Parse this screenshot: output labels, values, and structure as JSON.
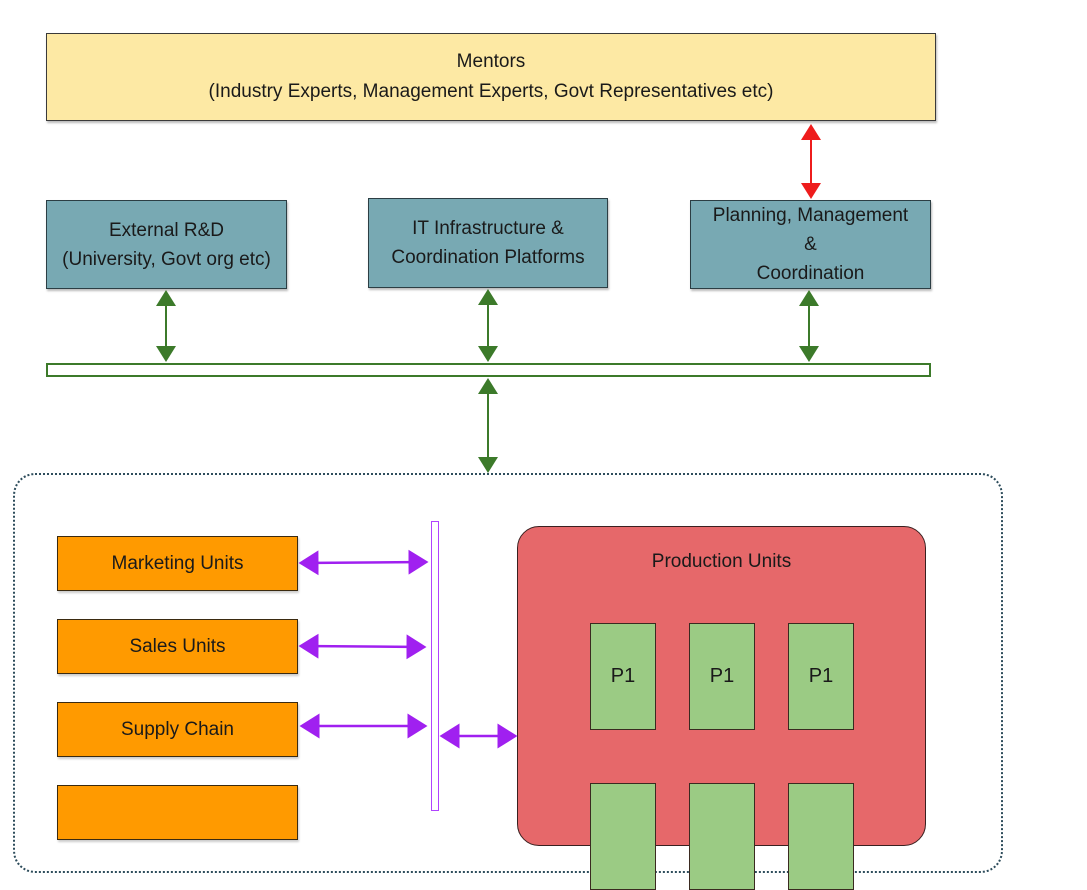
{
  "mentors": {
    "title": "Mentors",
    "subtitle": "(Industry Experts, Management Experts, Govt Representatives etc)"
  },
  "support_nodes": [
    {
      "line1": "External R&D",
      "line2": "(University, Govt org etc)"
    },
    {
      "line1": "IT Infrastructure &",
      "line2": "Coordination Platforms"
    },
    {
      "line1": "Planning, Management",
      "line2": "&",
      "line3": "Coordination"
    }
  ],
  "units": [
    {
      "label": "Marketing Units"
    },
    {
      "label": "Sales Units"
    },
    {
      "label": "Supply Chain"
    },
    {
      "label": ""
    }
  ],
  "production": {
    "title": "Production Units",
    "cells": [
      "P1",
      "P1",
      "P1",
      "",
      "",
      ""
    ]
  },
  "colors": {
    "mentors_fill": "#fde9a4",
    "support_fill": "#78a9b3",
    "unit_fill": "#ff9a00",
    "production_fill": "#e6686a",
    "cell_fill": "#9bcb84",
    "green_arrow": "#3c7a2a",
    "red_arrow": "#ee1c1c",
    "purple_arrow": "#a020f0"
  }
}
